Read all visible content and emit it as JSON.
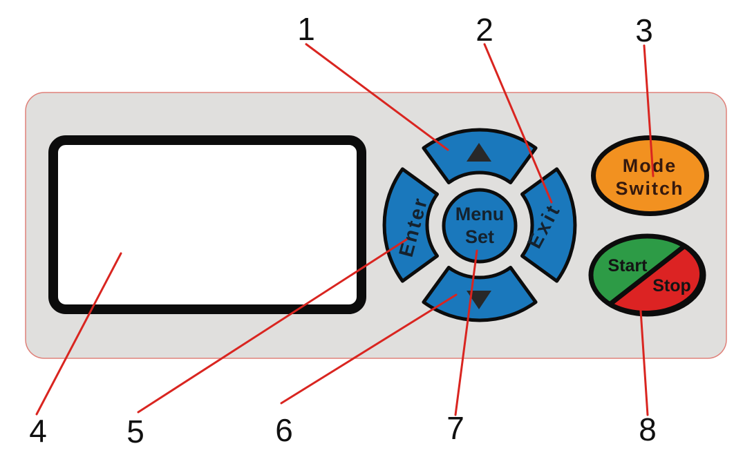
{
  "figure": {
    "description": "Operator control panel keypad diagram with numbered callouts"
  },
  "display": {
    "name": "display-screen",
    "content": ""
  },
  "keypad": {
    "up_key": {
      "icon": "up-arrow-icon",
      "glyph": "▲"
    },
    "down_key": {
      "icon": "down-arrow-icon",
      "glyph": "▼"
    },
    "enter_key": {
      "label": "Enter"
    },
    "exit_key": {
      "label": "Exit"
    },
    "menu_set_key": {
      "label_line1": "Menu",
      "label_line2": "Set"
    }
  },
  "mode_switch_button": {
    "label_line1": "Mode",
    "label_line2": "Switch"
  },
  "start_stop_button": {
    "start_label": "Start",
    "stop_label": "Stop"
  },
  "callouts": [
    {
      "number": "1",
      "target": "up-arrow-key"
    },
    {
      "number": "2",
      "target": "exit-key"
    },
    {
      "number": "3",
      "target": "mode-switch-button"
    },
    {
      "number": "4",
      "target": "display-screen"
    },
    {
      "number": "5",
      "target": "enter-key"
    },
    {
      "number": "6",
      "target": "down-arrow-key"
    },
    {
      "number": "7",
      "target": "menu-set-key"
    },
    {
      "number": "8",
      "target": "start-stop-button"
    }
  ],
  "colors": {
    "panel_background": "#e0dfdd",
    "panel_border": "#df8079",
    "key_blue": "#1a78bc",
    "mode_switch_orange": "#f29120",
    "start_green": "#2d9b46",
    "stop_red": "#dc2323",
    "callout_line_red": "#d92520",
    "outline_black": "#0c0c0c",
    "display_fill": "#ffffff"
  }
}
